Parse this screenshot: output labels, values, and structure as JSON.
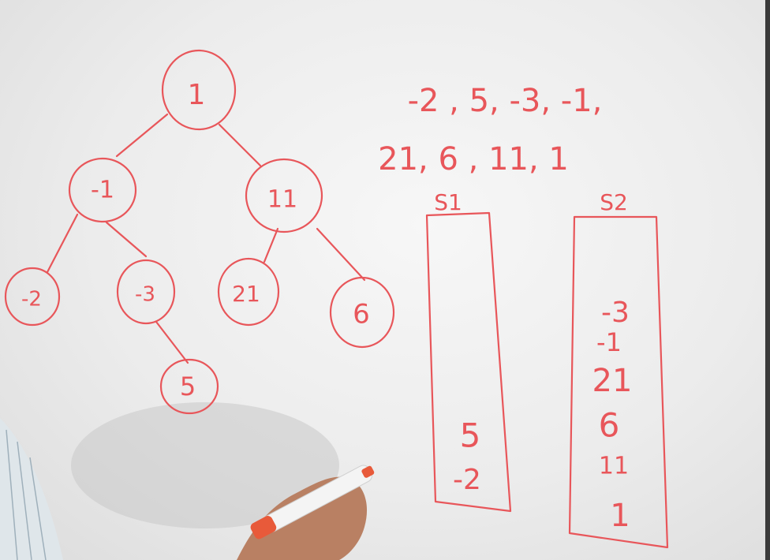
{
  "tree": {
    "nodes": [
      {
        "id": "root",
        "label": "1"
      },
      {
        "id": "left",
        "label": "-1"
      },
      {
        "id": "right",
        "label": "11"
      },
      {
        "id": "left-left",
        "label": "-2"
      },
      {
        "id": "left-right",
        "label": "-3"
      },
      {
        "id": "right-left",
        "label": "21"
      },
      {
        "id": "right-right",
        "label": "6"
      },
      {
        "id": "left-right-right",
        "label": "5"
      }
    ]
  },
  "sequence": {
    "line1": "-2 , 5, -3, -1,",
    "line2": "21, 6 , 11, 1"
  },
  "stacks": {
    "s1": {
      "label": "S1",
      "items": [
        "5",
        "-2"
      ]
    },
    "s2": {
      "label": "S2",
      "items": [
        "-3",
        "-1",
        "21",
        "6",
        "11",
        "1"
      ]
    }
  },
  "colors": {
    "ink": "#e8565a",
    "board": "#f2f2f2"
  }
}
